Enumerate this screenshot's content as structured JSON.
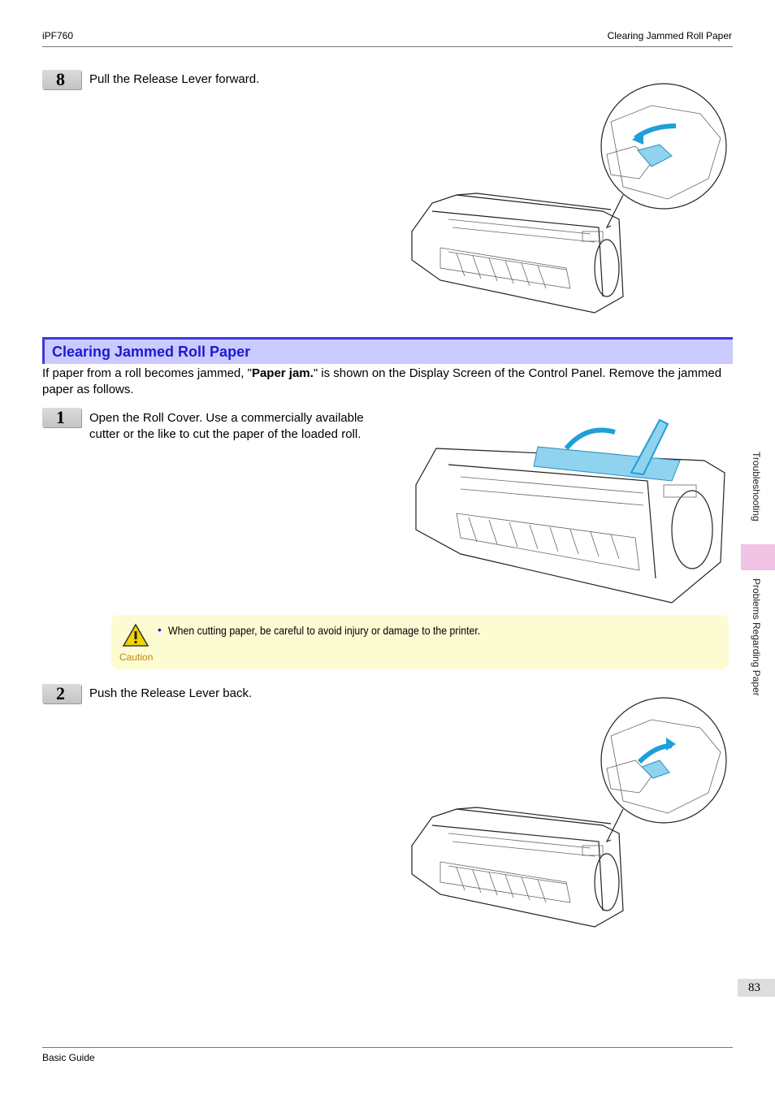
{
  "header": {
    "left": "iPF760",
    "right": "Clearing Jammed Roll Paper"
  },
  "step8": {
    "number": "8",
    "text": "Pull the Release Lever forward."
  },
  "section": {
    "title": "Clearing Jammed Roll Paper",
    "intro_before": "If paper from a roll becomes jammed, \"",
    "intro_bold": "Paper jam.",
    "intro_after": "\" is shown on the Display Screen of the Control Panel. Remove the jammed paper as follows."
  },
  "step1": {
    "number": "1",
    "line1": "Open the Roll Cover. Use a commercially available",
    "line2": "cutter or the like to cut the paper of the loaded roll."
  },
  "caution": {
    "label": "Caution",
    "bullet": "•",
    "text": "When cutting paper, be careful to avoid injury or damage to the printer."
  },
  "step2": {
    "number": "2",
    "text": "Push the Release Lever back."
  },
  "sidebar": {
    "tab1": "Troubleshooting",
    "tab2": "Problems Regarding Paper"
  },
  "page_number": "83",
  "footer": {
    "text": "Basic Guide"
  },
  "colors": {
    "accent": "#1a1ad4",
    "section_bg": "#cacaff",
    "highlight_blue": "#8fd3ee",
    "caution_bg": "#fdfbd2",
    "side_tab": "#f1c4e6"
  }
}
